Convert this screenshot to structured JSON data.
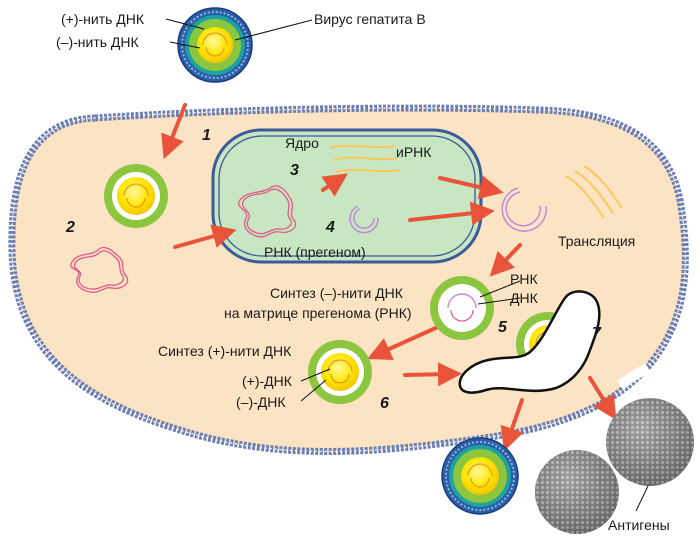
{
  "labels": {
    "plus_strand": "(+)-нить ДНК",
    "minus_strand": "(–)-нить ДНК",
    "virus_name": "Вирус гепатита В",
    "nucleus": "Ядро",
    "mrna": "иРНК",
    "pregenome": "РНК (прегеном)",
    "translation": "Трансляция",
    "rna": "РНК",
    "dna": "ДНК",
    "minus_synthesis_line1": "Синтез (–)-нити ДНК",
    "minus_synthesis_line2": "на матрице прегенома (РНК)",
    "plus_synthesis": "Синтез (+)-нити ДНК",
    "plus_dna": "(+)-ДНК",
    "minus_dna": "(–)-ДНК",
    "antigens": "Антигены"
  },
  "steps": [
    "1",
    "2",
    "3",
    "4",
    "5",
    "6",
    "7"
  ],
  "colors": {
    "cell_fill": "#fbe3c4",
    "cell_border": "#6b7fb5",
    "nucleus_fill": "#c8e6c2",
    "nucleus_border": "#3b5a9a",
    "arrow": "#e8533a",
    "capsid_green": "#8cc63f",
    "core_yellow": "#ffe600",
    "envelope_blue": "#2a5fa8",
    "envelope_teal": "#1ea2a0",
    "dna_strand": "#e89a2a",
    "pink_dna": "#e05a8a",
    "antigen_gray": "#8a8a8a"
  }
}
